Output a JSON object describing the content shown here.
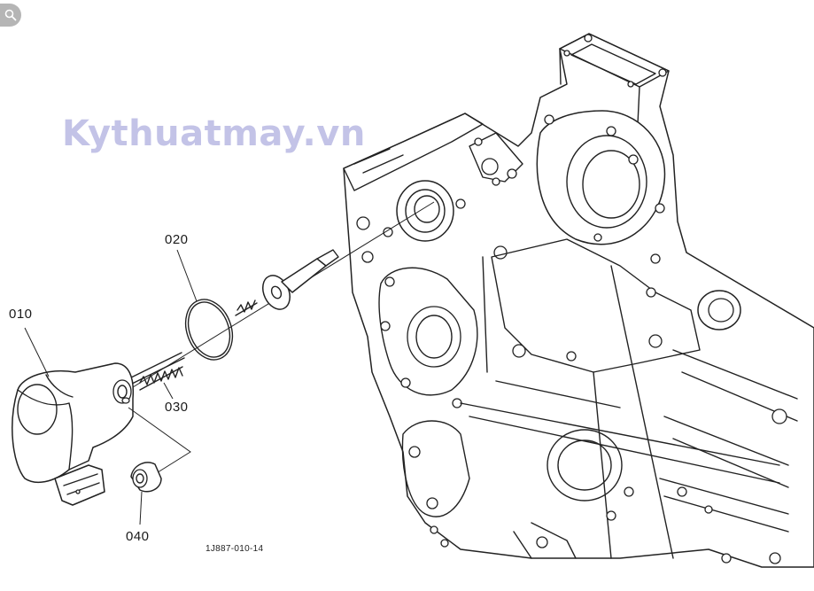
{
  "watermark": {
    "text": "Kythuatmay.vn",
    "color": "#b9b9e3"
  },
  "toolbar": {
    "search_icon": "magnifier-icon"
  },
  "parts": [
    {
      "number": "010"
    },
    {
      "number": "020"
    },
    {
      "number": "030"
    },
    {
      "number": "040"
    }
  ],
  "reference_code": "1J887-010-14"
}
